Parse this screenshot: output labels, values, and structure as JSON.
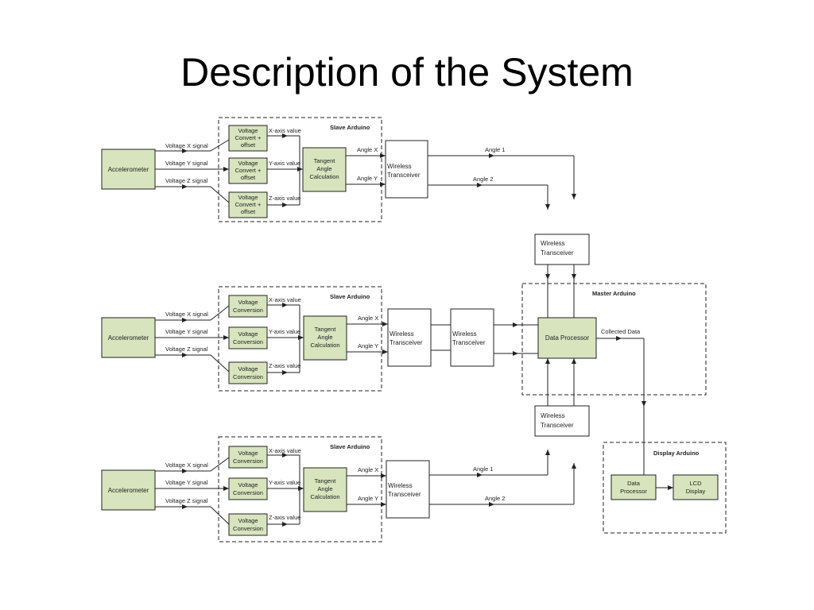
{
  "title": "Description of the System",
  "groups": {
    "slave": "Slave Arduino",
    "master": "Master Arduino",
    "display": "Display Arduino"
  },
  "blocks": {
    "accelerometer": "Accelerometer",
    "voltage_convert_offset": [
      "Voltage",
      "Convert +",
      "offset"
    ],
    "voltage_conversion": [
      "Voltage",
      "Conversion"
    ],
    "tangent": [
      "Tangent",
      "Angle",
      "Calculation"
    ],
    "wireless": [
      "Wireless",
      "Transceiver"
    ],
    "data_processor": "Data Processor",
    "data_processor_split": [
      "Data",
      "Processor"
    ],
    "lcd": [
      "LCD",
      "Display"
    ]
  },
  "signals": {
    "vx": "Voltage X signal",
    "vy": "Voltage Y signal",
    "vz": "Voltage Z signal",
    "xaxis": "X-axis value",
    "yaxis": "Y-axis value",
    "zaxis": "Z-axis value",
    "anglex": "Angle X",
    "angley": "Angle Y",
    "angle1": "Angle 1",
    "angle2": "Angle 2",
    "collected": "Collected Data"
  }
}
